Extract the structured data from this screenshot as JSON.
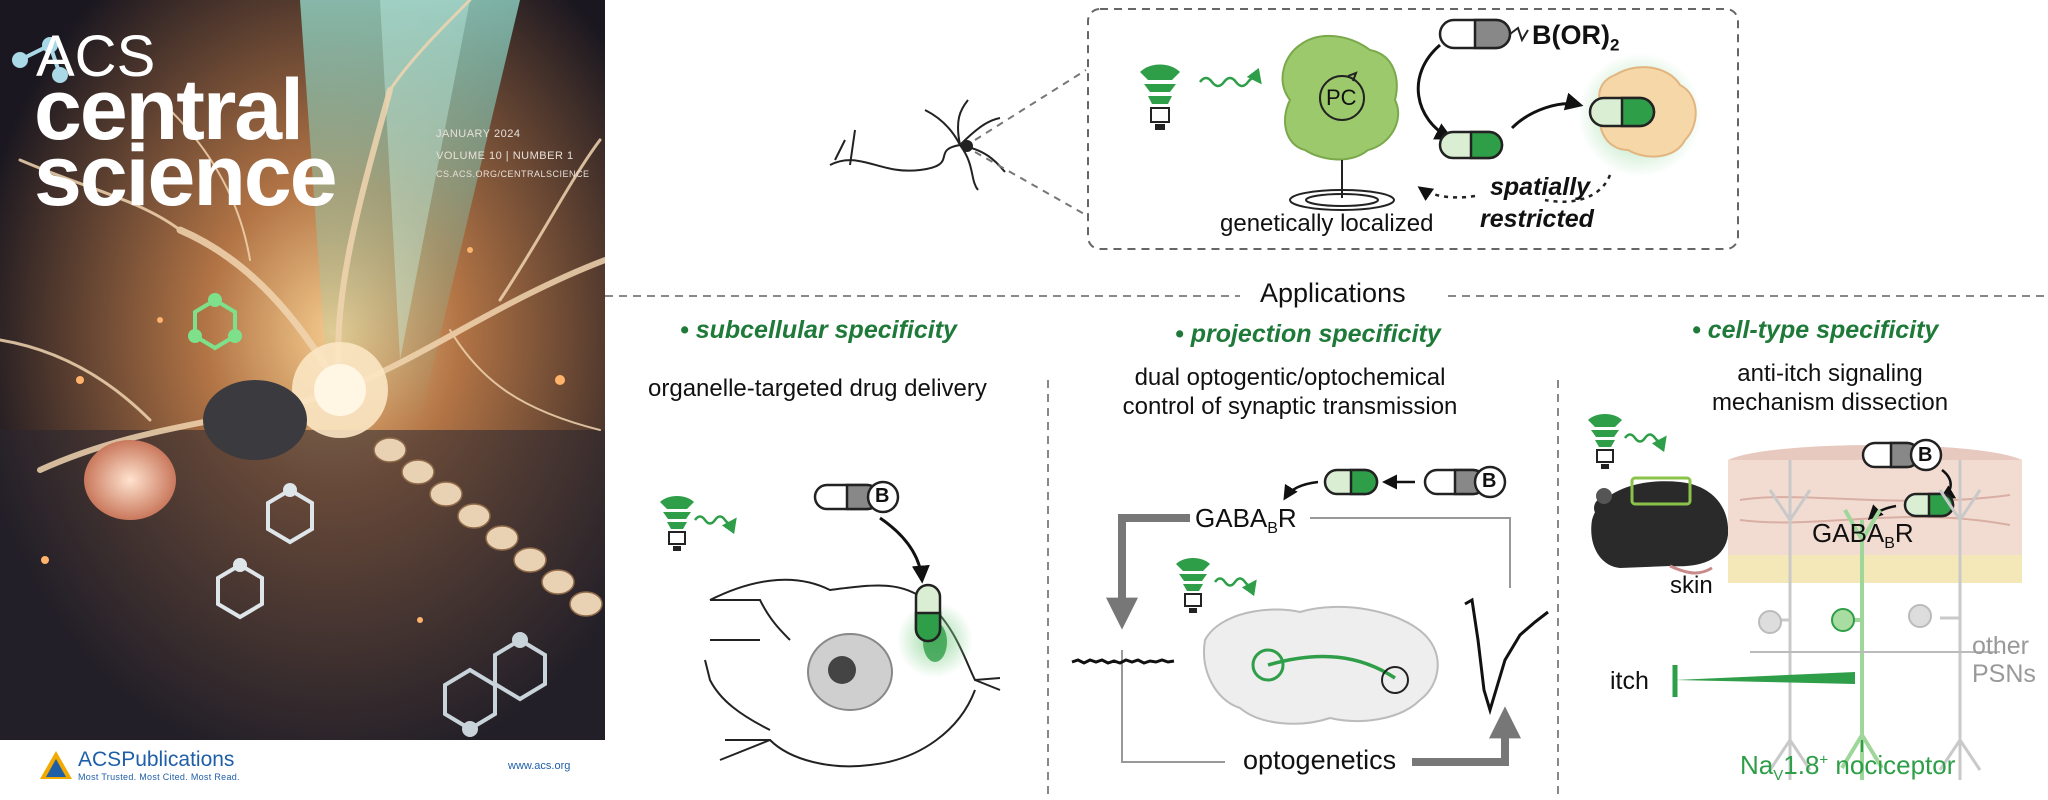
{
  "cover": {
    "journal_line1": "ACS",
    "journal_line2": "central",
    "journal_line3": "science",
    "issue_date": "JANUARY 2024",
    "volume_line": "VOLUME 10 | NUMBER 1",
    "url_line": "CS.ACS.ORG/CENTRALSCIENCE",
    "publisher_name_a": "ACS",
    "publisher_name_b": "Publications",
    "publisher_tagline": "Most Trusted. Most Cited. Most Read.",
    "publisher_url": "www.acs.org"
  },
  "top_scheme": {
    "pc_label": "PC",
    "boronate_label": "B(OR)",
    "boronate_subscript": "2",
    "genetically_localized": "genetically localized",
    "spatially": "spatially",
    "restricted": "restricted"
  },
  "applications_title": "Applications",
  "panels": {
    "subcellular": {
      "heading": "• subcellular specificity",
      "description": "organelle-targeted drug delivery",
      "b_label": "B"
    },
    "projection": {
      "heading": "• projection specificity",
      "description_line1": "dual optogentic/optochemical",
      "description_line2": "control of synaptic transmission",
      "receptor_main": "GABA",
      "receptor_sub": "B",
      "receptor_end": "R",
      "b_label": "B",
      "bottom_label": "optogenetics"
    },
    "celltype": {
      "heading": "• cell-type specificity",
      "description_line1": "anti-itch signaling",
      "description_line2": "mechanism dissection",
      "b_label": "B",
      "receptor_main": "GABA",
      "receptor_sub": "B",
      "receptor_end": "R",
      "skin_label": "skin",
      "itch_label": "itch",
      "other_line1": "other",
      "other_line2": "PSNs",
      "nociceptor_main": "Na",
      "nociceptor_sub": "V",
      "nociceptor_rest": "1.8",
      "nociceptor_sup": "+",
      "nociceptor_end": " nociceptor"
    }
  },
  "colors": {
    "green_text": "#1f7a3a",
    "green_fill": "#2f9e48",
    "light_green": "#cfe9c6",
    "gray_line": "#777777",
    "dark_line": "#222222"
  }
}
